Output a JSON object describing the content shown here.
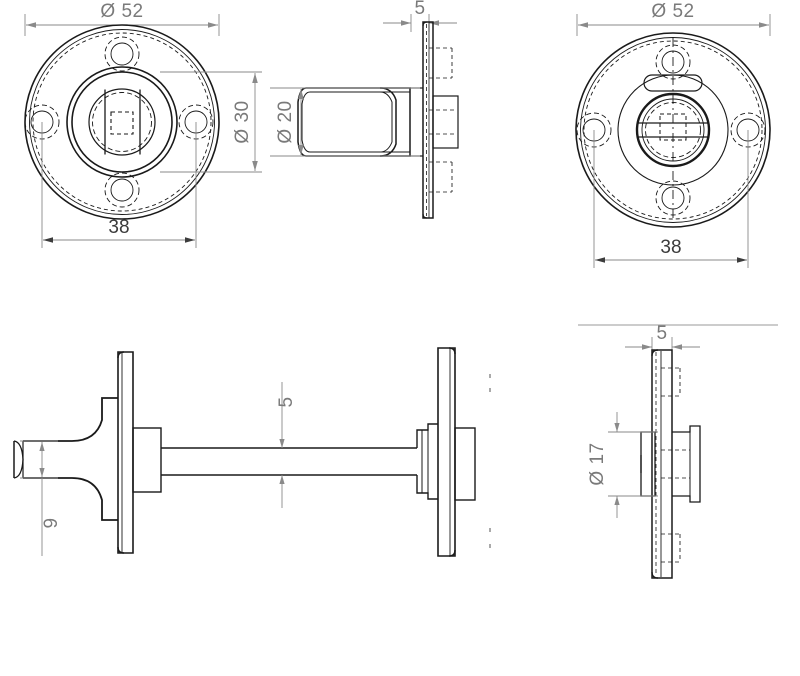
{
  "drawing": {
    "title": "Thumbturn and release mechanical drawing",
    "background_color": "#ffffff",
    "line_color": "#1a1a1a",
    "dim_color": "#8a8a8a",
    "dim_text_color": "#6e6e6e",
    "units": "mm"
  },
  "views": {
    "top_left": {
      "name": "front-elevation-thumbturn",
      "dimensions": {
        "outer_diameter": "Ø 52",
        "inner_diameter": "Ø 30",
        "hole_pitch": "38"
      }
    },
    "top_middle": {
      "name": "side-elevation-thumbturn",
      "dimensions": {
        "knob_diameter": "Ø 20",
        "plate_thickness": "5"
      }
    },
    "top_right": {
      "name": "front-elevation-release",
      "dimensions": {
        "outer_diameter": "Ø 52",
        "hole_pitch": "38"
      }
    },
    "bottom_left": {
      "name": "assembly-section-view",
      "dimensions": {
        "spindle_height": "9",
        "spindle_width": "5"
      }
    },
    "bottom_right": {
      "name": "side-elevation-release",
      "dimensions": {
        "plate_thickness": "5",
        "boss_diameter": "Ø 17"
      }
    }
  },
  "labels": {
    "d52_left": "Ø 52",
    "d30": "Ø 30",
    "p38_left": "38",
    "d20": "Ø 20",
    "t5_mid": "5",
    "d52_right": "Ø 52",
    "p38_right": "38",
    "h9": "9",
    "w5": "5",
    "t5_br": "5",
    "d17": "Ø 17"
  }
}
